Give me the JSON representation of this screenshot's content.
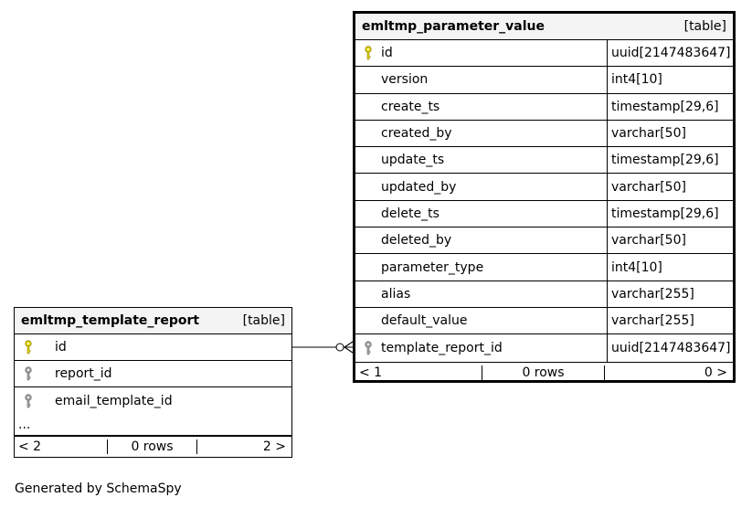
{
  "parameter_table": {
    "name": "emltmp_parameter_value",
    "kind": "[table]",
    "columns": [
      {
        "name": "id",
        "type": "uuid[2147483647]",
        "key": "primary"
      },
      {
        "name": "version",
        "type": "int4[10]",
        "key": "none"
      },
      {
        "name": "create_ts",
        "type": "timestamp[29,6]",
        "key": "none"
      },
      {
        "name": "created_by",
        "type": "varchar[50]",
        "key": "none"
      },
      {
        "name": "update_ts",
        "type": "timestamp[29,6]",
        "key": "none"
      },
      {
        "name": "updated_by",
        "type": "varchar[50]",
        "key": "none"
      },
      {
        "name": "delete_ts",
        "type": "timestamp[29,6]",
        "key": "none"
      },
      {
        "name": "deleted_by",
        "type": "varchar[50]",
        "key": "none"
      },
      {
        "name": "parameter_type",
        "type": "int4[10]",
        "key": "none"
      },
      {
        "name": "alias",
        "type": "varchar[255]",
        "key": "none"
      },
      {
        "name": "default_value",
        "type": "varchar[255]",
        "key": "none"
      },
      {
        "name": "template_report_id",
        "type": "uuid[2147483647]",
        "key": "foreign"
      }
    ],
    "footer": {
      "left": "< 1",
      "center": "0 rows",
      "right": "0 >"
    }
  },
  "report_table": {
    "name": "emltmp_template_report",
    "kind": "[table]",
    "columns": [
      {
        "name": "id",
        "key": "primary"
      },
      {
        "name": "report_id",
        "key": "foreign"
      },
      {
        "name": "email_template_id",
        "key": "foreign"
      }
    ],
    "ellipsis": "...",
    "footer": {
      "left": "< 2",
      "center": "0 rows",
      "right": "2 >"
    }
  },
  "generated_by": "Generated by SchemaSpy",
  "colors": {
    "primary_key": "#e6d800",
    "foreign_key": "#aaaaaa",
    "header_bg": "#f4f4f4"
  }
}
